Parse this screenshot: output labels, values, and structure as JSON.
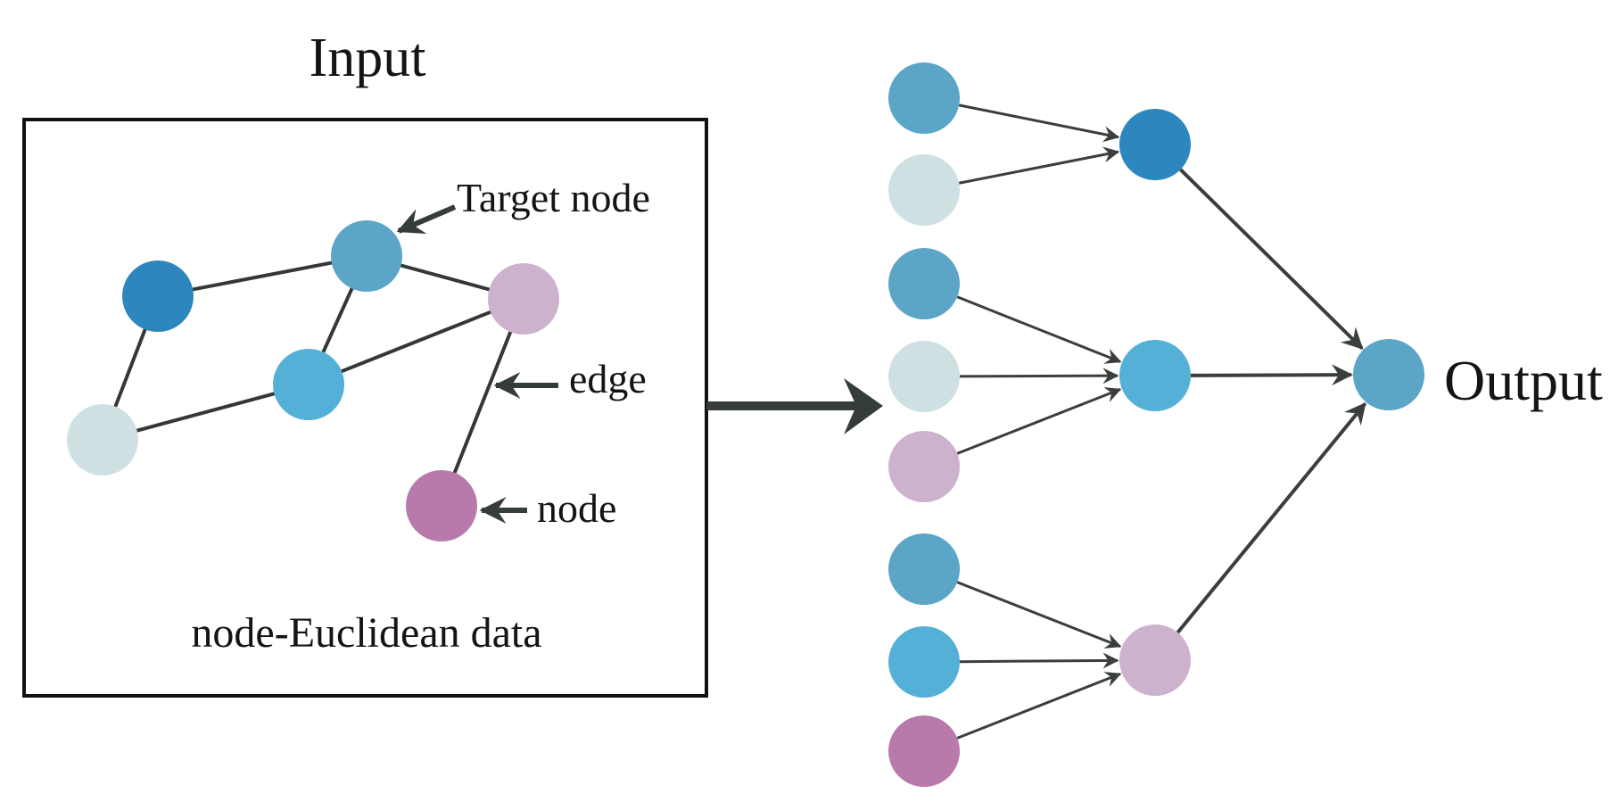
{
  "title": "Input",
  "output_label": "Output",
  "input_panel": {
    "caption": "node-Euclidean data",
    "annotations": {
      "target_node": "Target node",
      "edge": "edge",
      "node": "node"
    }
  },
  "colors": {
    "dark_blue": "#2E86BE",
    "teal": "#5BA5C6",
    "bright_blue": "#55B0D8",
    "pale": "#CFE0E2",
    "pink_light": "#CDB2CD",
    "purple": "#B87AAA",
    "line": "#353D3B"
  },
  "graph": {
    "nodes": [
      {
        "id": "g-dark-blue",
        "color": "dark_blue"
      },
      {
        "id": "g-target",
        "color": "teal",
        "role": "target"
      },
      {
        "id": "g-pink-light",
        "color": "pink_light"
      },
      {
        "id": "g-bright-blue",
        "color": "bright_blue"
      },
      {
        "id": "g-pale",
        "color": "pale"
      },
      {
        "id": "g-purple",
        "color": "purple"
      }
    ],
    "edges": [
      [
        "g-dark-blue",
        "g-target"
      ],
      [
        "g-target",
        "g-pink-light"
      ],
      [
        "g-target",
        "g-bright-blue"
      ],
      [
        "g-dark-blue",
        "g-pale"
      ],
      [
        "g-pale",
        "g-bright-blue"
      ],
      [
        "g-bright-blue",
        "g-pink-light"
      ],
      [
        "g-pink-light",
        "g-purple"
      ]
    ]
  },
  "network": {
    "input_layer": [
      {
        "id": "in1",
        "color": "teal"
      },
      {
        "id": "in2",
        "color": "pale"
      },
      {
        "id": "in3",
        "color": "teal"
      },
      {
        "id": "in4",
        "color": "pale"
      },
      {
        "id": "in5",
        "color": "pink_light"
      },
      {
        "id": "in6",
        "color": "teal"
      },
      {
        "id": "in7",
        "color": "bright_blue"
      },
      {
        "id": "in8",
        "color": "purple"
      }
    ],
    "hidden_layer": [
      {
        "id": "h1",
        "color": "dark_blue",
        "inputs": [
          "in1",
          "in2"
        ]
      },
      {
        "id": "h2",
        "color": "bright_blue",
        "inputs": [
          "in3",
          "in4",
          "in5"
        ]
      },
      {
        "id": "h3",
        "color": "pink_light",
        "inputs": [
          "in6",
          "in7",
          "in8"
        ]
      }
    ],
    "output_node": {
      "id": "out",
      "color": "teal",
      "inputs": [
        "h1",
        "h2",
        "h3"
      ]
    }
  }
}
